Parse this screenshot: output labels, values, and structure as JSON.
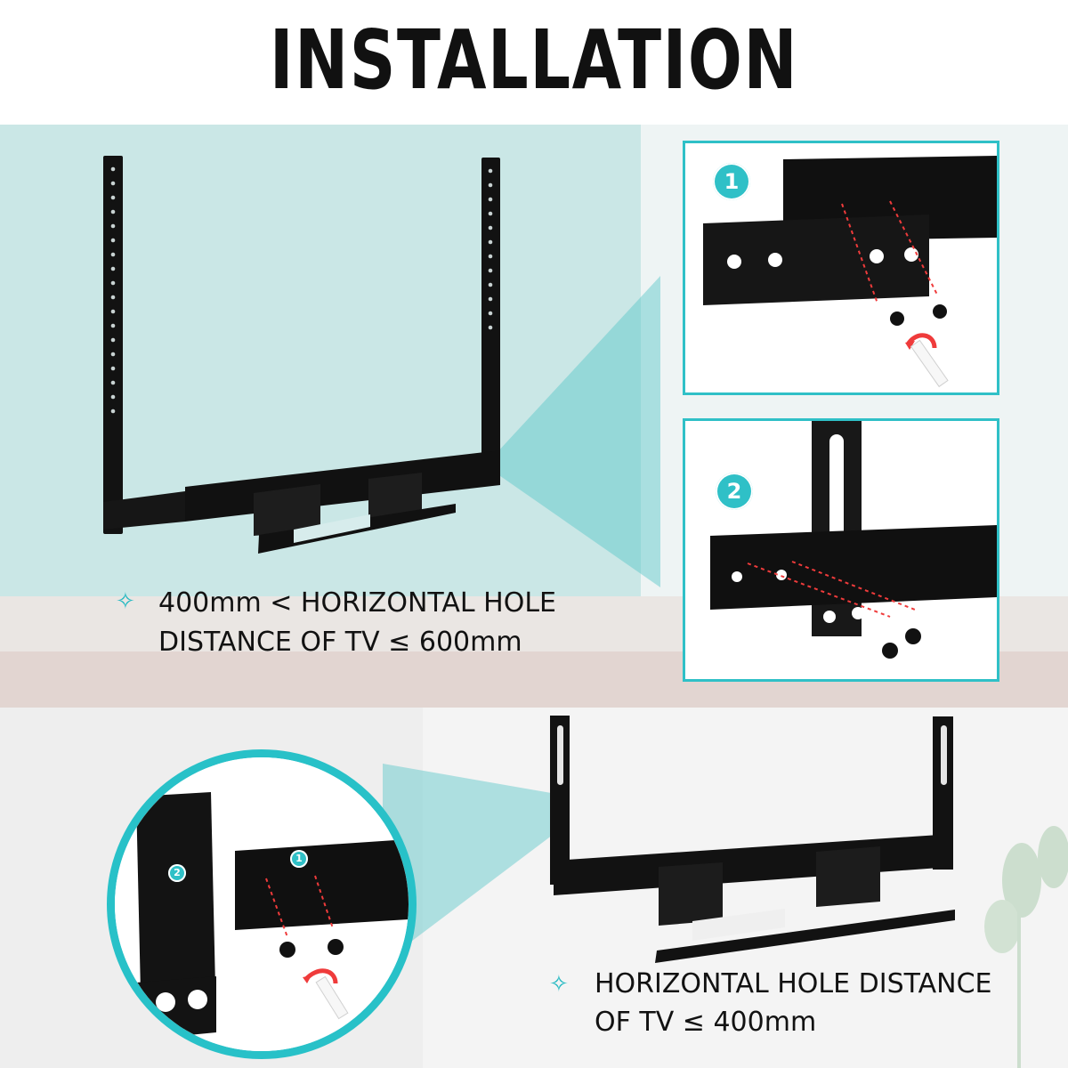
{
  "title": "INSTALLATION OPTIONS",
  "top_note": {
    "line1": "400mm < HORIZONTAL HOLE",
    "line2": "DISTANCE OF TV ≤ 600mm"
  },
  "bottom_note": {
    "line1": "HORIZONTAL HOLE DISTANCE",
    "line2": "OF TV ≤ 400mm"
  },
  "callouts": {
    "step1": "1",
    "step2": "2",
    "circle_step2": "2",
    "circle_step1": "1"
  },
  "icons": {
    "bullet": "sparkle-icon",
    "rotation": "curved-arrow-icon"
  },
  "colors": {
    "accent": "#2fc0c7",
    "text": "#111111",
    "metal": "#131313",
    "red_arrow": "#ef3b3b"
  }
}
